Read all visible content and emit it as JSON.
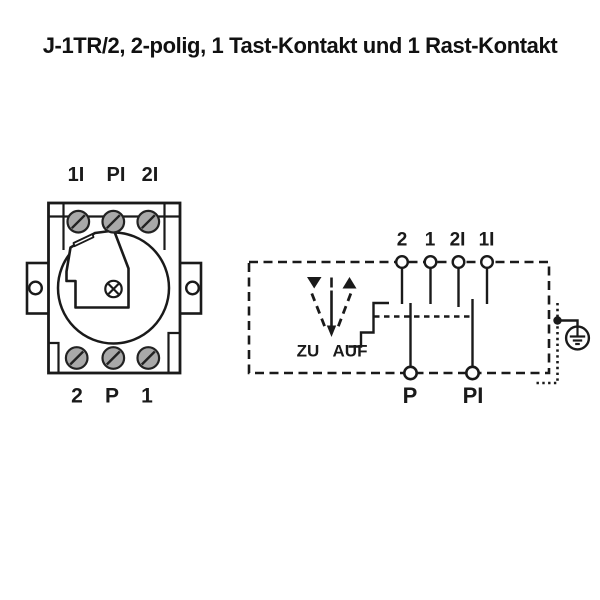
{
  "title": "J-1TR/2, 2-polig, 1 Tast-Kontakt und 1 Rast-Kontakt",
  "colors": {
    "line": "#1a1a1a",
    "screw_fill": "#a9a9a9",
    "background": "#ffffff"
  },
  "switch_front_view": {
    "top_terminals": [
      "1I",
      "PI",
      "2I"
    ],
    "bottom_terminals": [
      "2",
      "P",
      "1"
    ],
    "icons": {
      "screws": "screw-terminal-icon",
      "center": "center-screw-cross-icon",
      "mounting": "mounting-hole-icon"
    }
  },
  "schematic": {
    "top_terminals": [
      "2",
      "1",
      "2I",
      "1I"
    ],
    "bottom_terminals": [
      "P",
      "PI"
    ],
    "close_label": "ZU",
    "open_label": "AUF",
    "icons": {
      "ground": "protective-earth-icon",
      "rotation": "rotation-direction-arrows-icon",
      "mechanism": "latching-step-icon"
    }
  }
}
